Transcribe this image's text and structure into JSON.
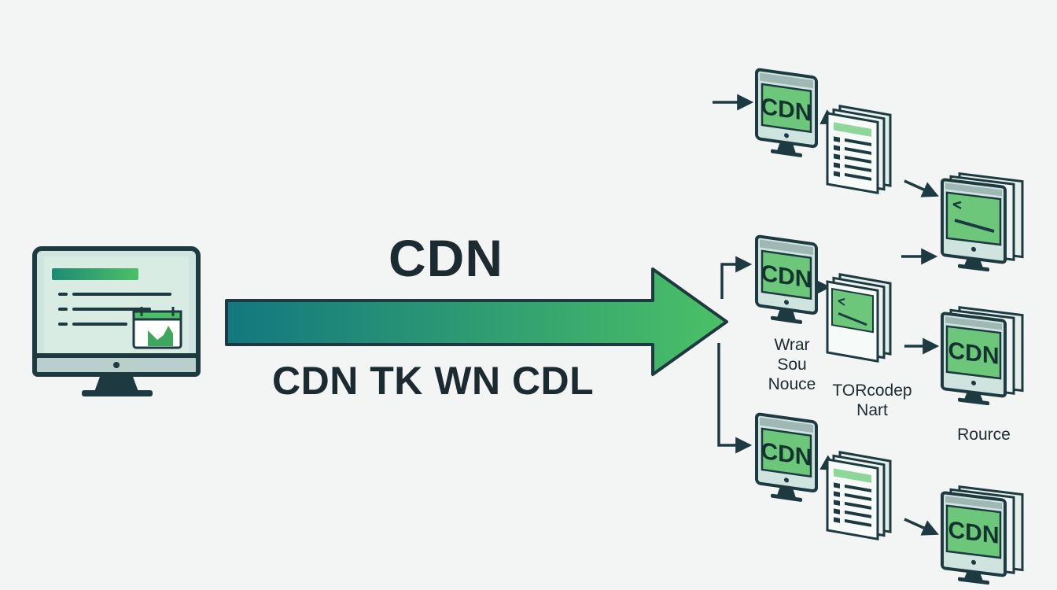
{
  "diagram": {
    "title": "CDN",
    "subtitle": "CDN TK WN CDL",
    "edge_labels": {
      "left_group": [
        "Wrar",
        "Sou",
        "Nouce"
      ],
      "middle_group": [
        "TORcodep",
        "Nart"
      ],
      "right_group": [
        "Rource"
      ]
    }
  },
  "nodes": {
    "origin": {
      "kind": "monitor"
    },
    "edges": [
      {
        "id": "edge-1",
        "label": "CDN"
      },
      {
        "id": "edge-2",
        "label": "CDN"
      },
      {
        "id": "edge-3",
        "label": "CDN"
      }
    ],
    "targets": [
      {
        "id": "target-1",
        "label": ""
      },
      {
        "id": "target-2",
        "label": "CDN"
      },
      {
        "id": "target-3",
        "label": "CDN"
      }
    ]
  },
  "colors": {
    "background": "#f3f4f4",
    "dark": "#1c3a40",
    "teal": "#157a82",
    "green": "#4cc066",
    "screen": "#6dc77a",
    "light_screen": "#d8ece3"
  }
}
